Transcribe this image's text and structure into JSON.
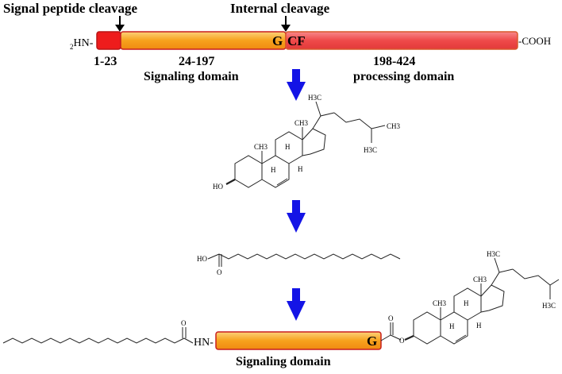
{
  "top_labels": {
    "signal_cleavage": "Signal peptide cleavage",
    "internal_cleavage": "Internal cleavage"
  },
  "protein": {
    "n_term": "HN-",
    "n_term_sub": "2",
    "c_term": "-COOH",
    "residue_g": "G",
    "residue_cf": "CF",
    "segments": [
      {
        "range": "1-23",
        "name": ""
      },
      {
        "range": "24-197",
        "name": "Signaling domain"
      },
      {
        "range": "198-424",
        "name": "processing domain"
      }
    ]
  },
  "cholesterol": {
    "h3c_1": "H3C",
    "h3c_2": "H3C",
    "ch3_1": "CH3",
    "ch3_2": "CH3",
    "ch3_3": "CH3",
    "h_1": "H",
    "h_2": "H",
    "h_3": "H",
    "ho": "HO"
  },
  "palmitate": {
    "ho": "HO",
    "o": "O"
  },
  "product": {
    "hn": "HN-",
    "o_left": "O",
    "o_right": "O",
    "residue_g": "G",
    "domain_label": "Signaling domain",
    "h3c_1": "H3C",
    "h3c_2": "H3C",
    "ch3_1": "CH3",
    "ch3_2": "CH3",
    "h_1": "H",
    "h_2": "H",
    "h_3": "H"
  },
  "colors": {
    "arrow_blue": "#1414e6",
    "signal_red": "#ee1c1c",
    "signaling_orange": "#f7a21d",
    "processing_red": "#ef4a4a",
    "outline": "#c81e1e"
  }
}
